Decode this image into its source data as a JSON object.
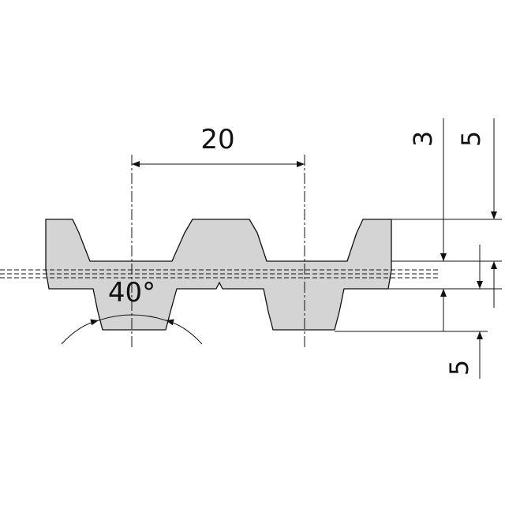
{
  "dimensions": {
    "pitch": "20",
    "height_small": "3",
    "height_top": "5",
    "height_bottom": "5",
    "tooth_angle": "40°"
  },
  "colors": {
    "belt_fill": "#d4d4d4",
    "line": "#111111",
    "background": "#ffffff"
  }
}
